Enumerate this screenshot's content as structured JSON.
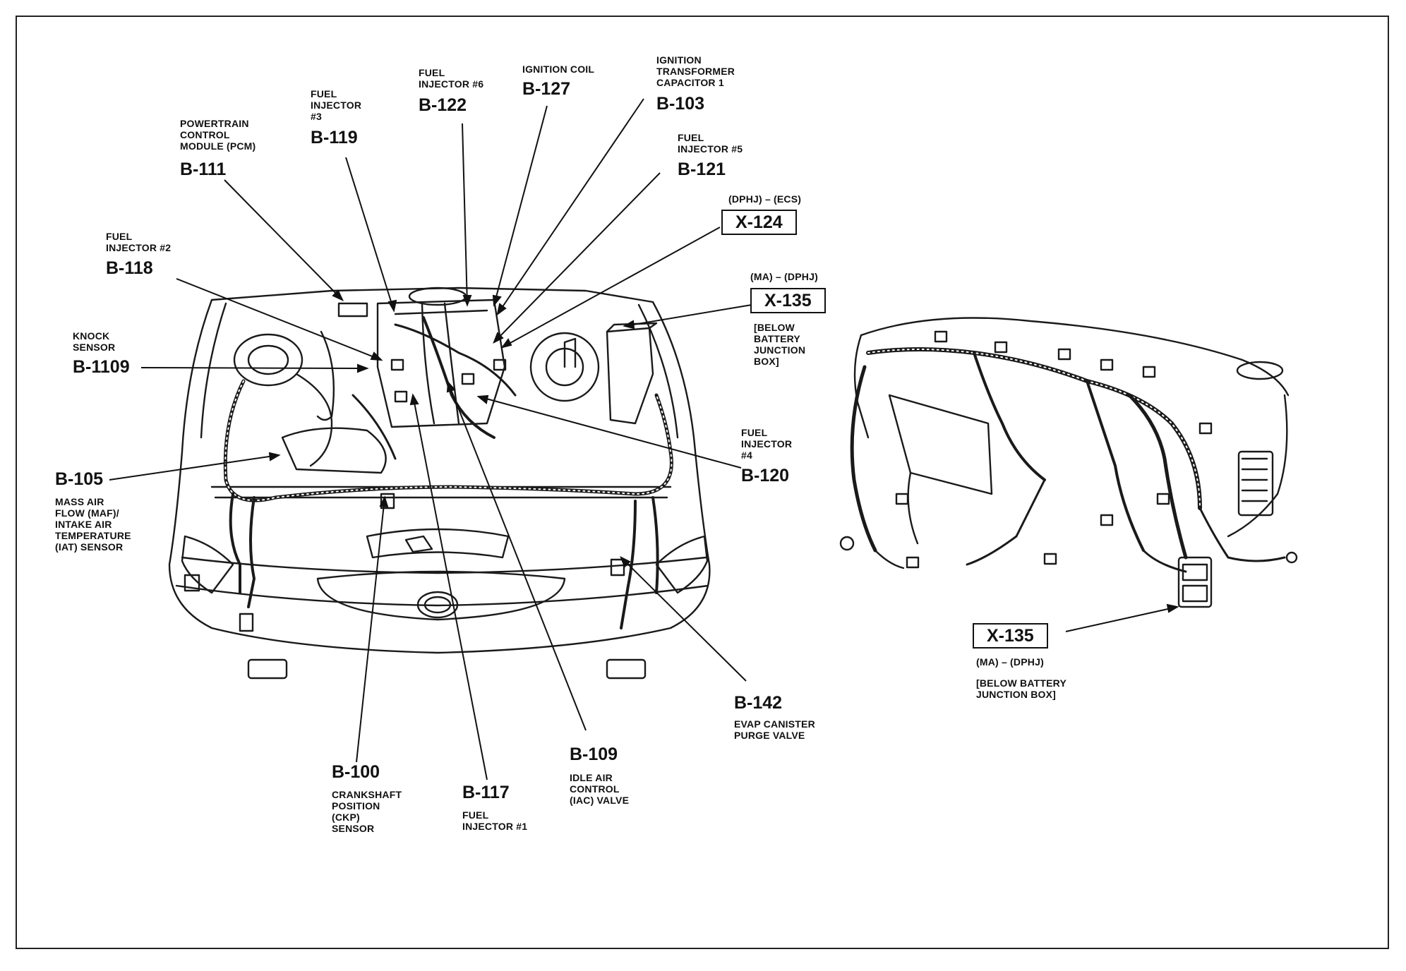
{
  "labels": {
    "b111": {
      "desc": "POWERTRAIN\nCONTROL\nMODULE (PCM)",
      "code": "B-111"
    },
    "b119": {
      "desc": "FUEL\nINJECTOR\n#3",
      "code": "B-119"
    },
    "b122": {
      "desc": "FUEL\nINJECTOR #6",
      "code": "B-122"
    },
    "b127": {
      "desc": "IGNITION COIL",
      "code": "B-127"
    },
    "b103": {
      "desc": "IGNITION\nTRANSFORMER\nCAPACITOR 1",
      "code": "B-103"
    },
    "b121": {
      "desc": "FUEL\nINJECTOR #5",
      "code": "B-121"
    },
    "x124": {
      "desc": "(DPHJ) – (ECS)",
      "code": "X-124"
    },
    "x135a": {
      "desc": "(MA) – (DPHJ)",
      "code": "X-135",
      "note": "[BELOW\nBATTERY\nJUNCTION\nBOX]"
    },
    "b118": {
      "desc": "FUEL\nINJECTOR #2",
      "code": "B-118"
    },
    "b1109": {
      "desc": "KNOCK\nSENSOR",
      "code": "B-1109"
    },
    "b105": {
      "desc": "MASS AIR\nFLOW (MAF)/\nINTAKE AIR\nTEMPERATURE\n(IAT) SENSOR",
      "code": "B-105"
    },
    "b120": {
      "desc": "FUEL\nINJECTOR\n#4",
      "code": "B-120"
    },
    "b142": {
      "desc": "EVAP CANISTER\nPURGE VALVE",
      "code": "B-142"
    },
    "b109": {
      "desc": "IDLE AIR\nCONTROL\n(IAC) VALVE",
      "code": "B-109"
    },
    "b100": {
      "desc": "CRANKSHAFT\nPOSITION\n(CKP)\nSENSOR",
      "code": "B-100"
    },
    "b117": {
      "desc": "FUEL\nINJECTOR #1",
      "code": "B-117"
    },
    "x135b": {
      "code": "X-135",
      "desc": "(MA) – (DPHJ)",
      "note": "[BELOW BATTERY\nJUNCTION BOX]"
    }
  }
}
